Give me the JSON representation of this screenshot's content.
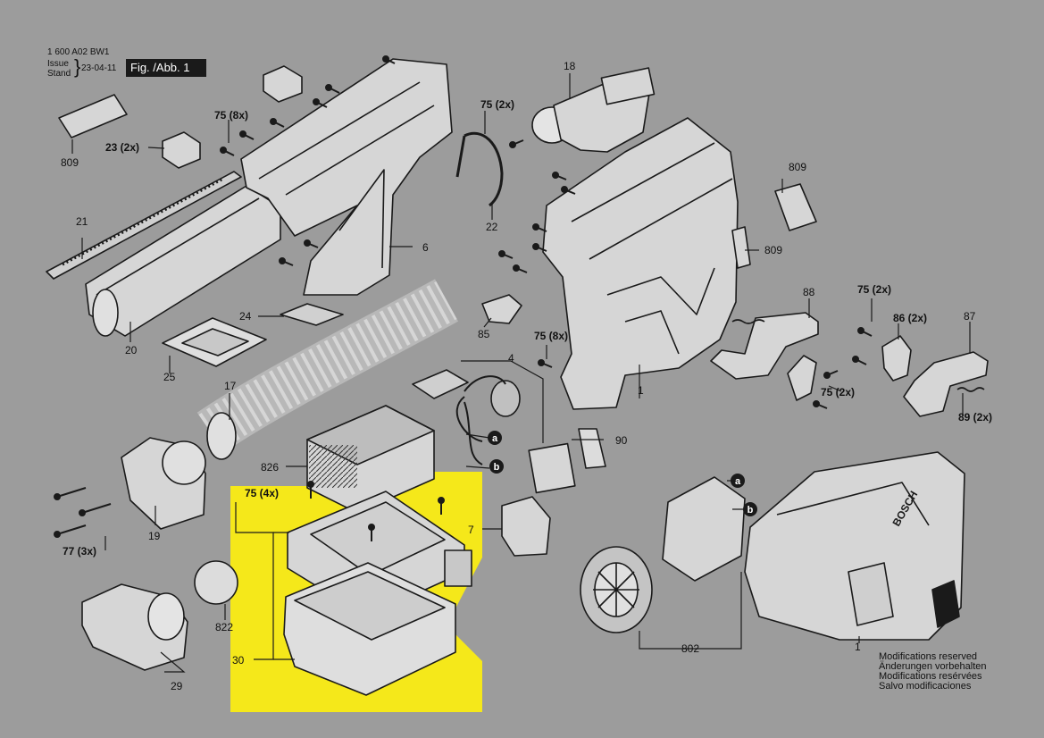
{
  "header": {
    "part_number": "1 600 A02 BW1",
    "issue_label": "Issue",
    "stand_label": "Stand",
    "issue_date": "23-04-11",
    "figure_label": "Fig. /Abb. 1"
  },
  "notice": {
    "lines": [
      "Modifications reserved",
      "Änderungen vorbehalten",
      "Modifications resérvées",
      "Salvo modificaciones"
    ]
  },
  "colors": {
    "background": "#9c9c9c",
    "highlight": "#f5e81a",
    "line": "#1a1a1a",
    "part_fill": "#d6d6d6"
  },
  "callouts": [
    {
      "id": "c809a",
      "text": "809"
    },
    {
      "id": "c75_8x_a",
      "text": "75 (8x)"
    },
    {
      "id": "c23",
      "text": "23 (2x)"
    },
    {
      "id": "c21",
      "text": "21"
    },
    {
      "id": "c20",
      "text": "20"
    },
    {
      "id": "c24",
      "text": "24"
    },
    {
      "id": "c25",
      "text": "25"
    },
    {
      "id": "c17",
      "text": "17"
    },
    {
      "id": "c6",
      "text": "6"
    },
    {
      "id": "c18",
      "text": "18"
    },
    {
      "id": "c75_2x_a",
      "text": "75 (2x)"
    },
    {
      "id": "c22",
      "text": "22"
    },
    {
      "id": "c809b",
      "text": "809"
    },
    {
      "id": "c809c",
      "text": "809"
    },
    {
      "id": "c85",
      "text": "85"
    },
    {
      "id": "c75_8x_b",
      "text": "75 (8x)"
    },
    {
      "id": "c4",
      "text": "4"
    },
    {
      "id": "c1a",
      "text": "1"
    },
    {
      "id": "c88",
      "text": "88"
    },
    {
      "id": "c75_2x_b",
      "text": "75 (2x)"
    },
    {
      "id": "c86",
      "text": "86 (2x)"
    },
    {
      "id": "c87",
      "text": "87"
    },
    {
      "id": "c75_2x_c",
      "text": "75 (2x)"
    },
    {
      "id": "c89",
      "text": "89 (2x)"
    },
    {
      "id": "c90",
      "text": "90"
    },
    {
      "id": "c826",
      "text": "826"
    },
    {
      "id": "c75_4x",
      "text": "75 (4x)"
    },
    {
      "id": "c7",
      "text": "7"
    },
    {
      "id": "c19",
      "text": "19"
    },
    {
      "id": "c77",
      "text": "77 (3x)"
    },
    {
      "id": "c822",
      "text": "822"
    },
    {
      "id": "c30",
      "text": "30"
    },
    {
      "id": "c29",
      "text": "29"
    },
    {
      "id": "c802",
      "text": "802"
    },
    {
      "id": "c1b",
      "text": "1"
    }
  ],
  "markers": {
    "a": "a",
    "b": "b"
  },
  "logo": {
    "brand": "BOSCH"
  }
}
